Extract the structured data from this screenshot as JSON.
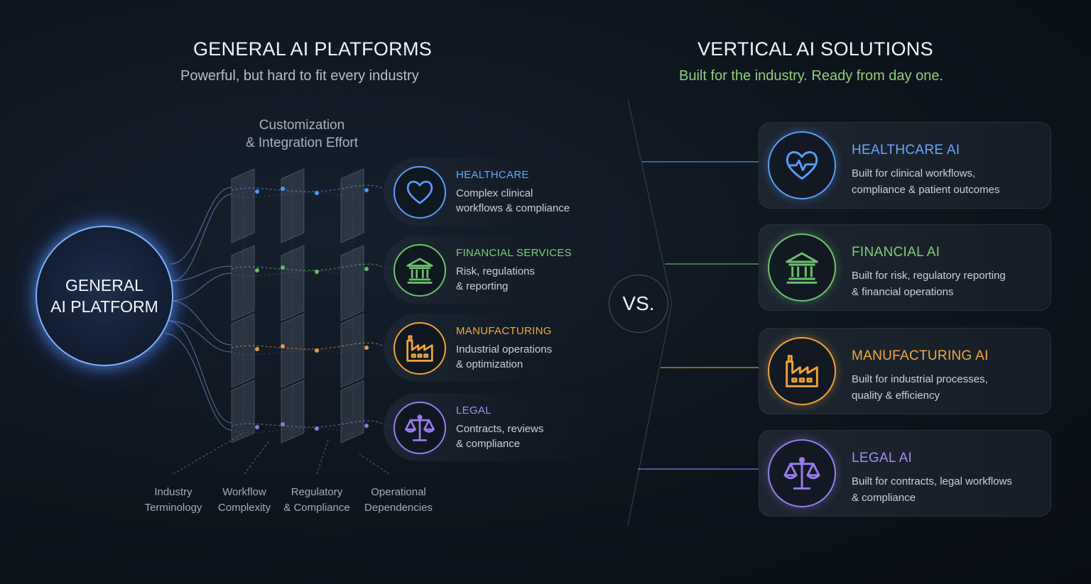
{
  "left": {
    "title": "GENERAL AI PLATFORMS",
    "subtitle": "Powerful, but hard to fit every industry",
    "platform_line1": "GENERAL",
    "platform_line2": "AI PLATFORM",
    "effort_line1": "Customization",
    "effort_line2": "& Integration Effort",
    "industries": [
      {
        "title": "HEALTHCARE",
        "desc": "Complex clinical\nworkflows & compliance",
        "icon": "heart-icon",
        "color": "#5a9cff"
      },
      {
        "title": "FINANCIAL SERVICES",
        "desc": "Risk, regulations\n& reporting",
        "icon": "bank-icon",
        "color": "#6fc16f"
      },
      {
        "title": "MANUFACTURING",
        "desc": "Industrial operations\n& optimization",
        "icon": "factory-icon",
        "color": "#f0a33a"
      },
      {
        "title": "LEGAL",
        "desc": "Contracts, reviews\n& compliance",
        "icon": "scales-icon",
        "color": "#9a7cf0"
      }
    ],
    "dimensions": [
      "Industry\nTerminology",
      "Workflow\nComplexity",
      "Regulatory\n& Compliance",
      "Operational\nDependencies"
    ]
  },
  "vs_label": "VS.",
  "right": {
    "title": "VERTICAL AI SOLUTIONS",
    "subtitle": "Built for the industry. Ready from day one.",
    "subtitle_color": "#8fcf7a",
    "solutions": [
      {
        "title": "HEALTHCARE AI",
        "desc": "Built for clinical workflows,\ncompliance & patient outcomes",
        "icon": "heart-pulse-icon",
        "color": "#5a9cff"
      },
      {
        "title": "FINANCIAL AI",
        "desc": "Built for risk, regulatory reporting\n& financial operations",
        "icon": "bank-icon",
        "color": "#6fc16f"
      },
      {
        "title": "MANUFACTURING AI",
        "desc": "Built for industrial processes,\nquality & efficiency",
        "icon": "factory-icon",
        "color": "#f0a33a"
      },
      {
        "title": "LEGAL AI",
        "desc": "Built for contracts, legal workflows\n& compliance",
        "icon": "scales-icon",
        "color": "#9a7cf0"
      }
    ]
  }
}
